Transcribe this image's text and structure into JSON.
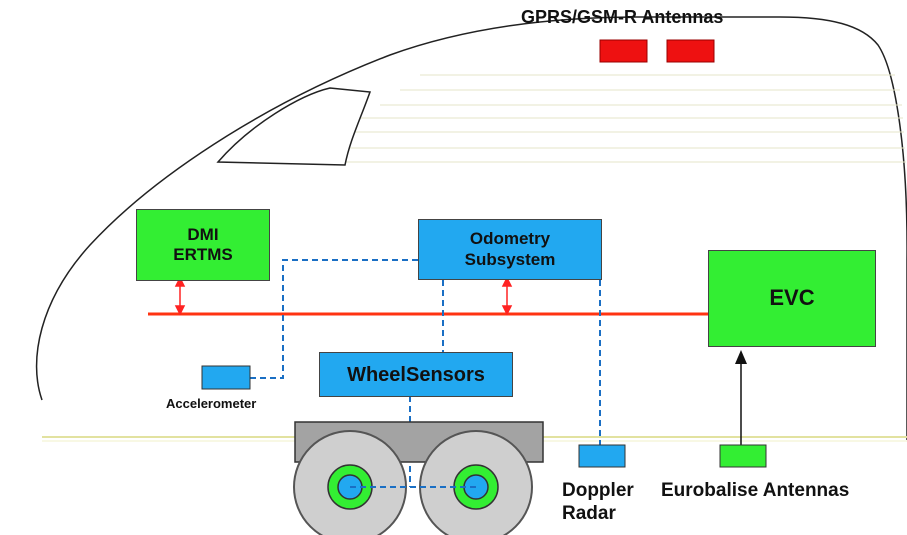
{
  "labels": {
    "antennas_title": "GPRS/GSM-R Antennas",
    "dmi_line1": "DMI",
    "dmi_line2": "ERTMS",
    "odometry_line1": "Odometry",
    "odometry_line2": "Subsystem",
    "evc": "EVC",
    "wheel_sensors": "WheelSensors",
    "accelerometer": "Accelerometer",
    "doppler_line1": "Doppler",
    "doppler_line2": "Radar",
    "eurobalise": "Eurobalise Antennas"
  },
  "colors": {
    "green": "#33ee33",
    "blue": "#22a8f0",
    "red": "#ee1111",
    "bus": "#ff3311",
    "dashed": "#1a6fc4",
    "bogie": "#a0a0a0",
    "wheel": "#cfcfcf"
  }
}
